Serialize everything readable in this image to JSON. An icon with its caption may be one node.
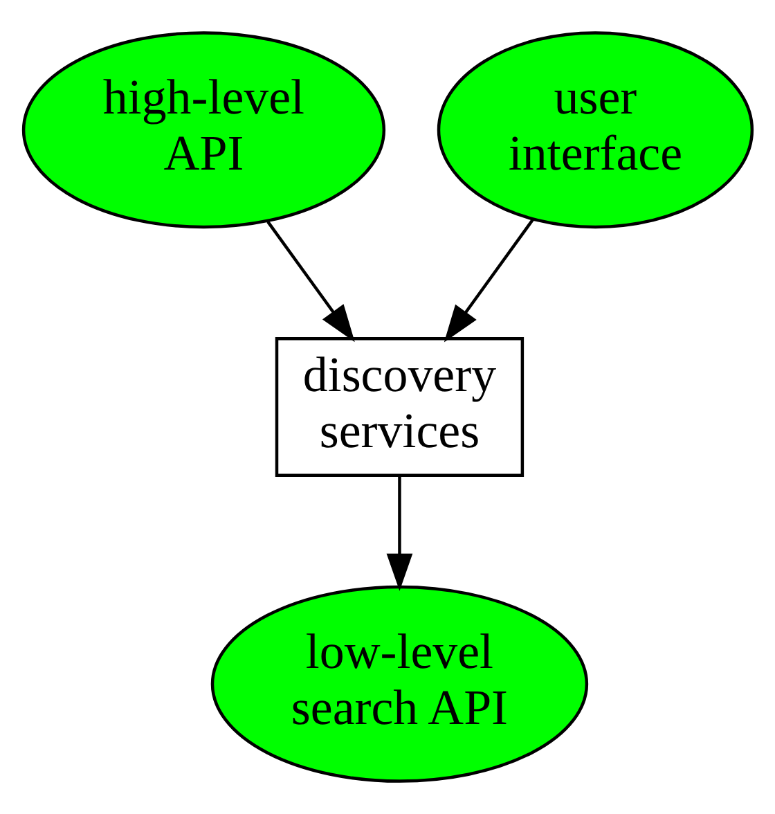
{
  "diagram": {
    "nodes": [
      {
        "text": [
          "high-level API"
        ]
      },
      {
        "text": [
          "user interface"
        ]
      },
      {
        "text": [
          "discovery services"
        ]
      },
      {
        "text": [
          "low-level search API"
        ]
      }
    ],
    "edges": [
      {
        "from": 0,
        "to": 2,
        "arrow": "to"
      },
      {
        "from": 1,
        "to": 2,
        "arrow": "to"
      },
      {
        "from": 2,
        "to": 3,
        "arrow": "to"
      }
    ]
  }
}
